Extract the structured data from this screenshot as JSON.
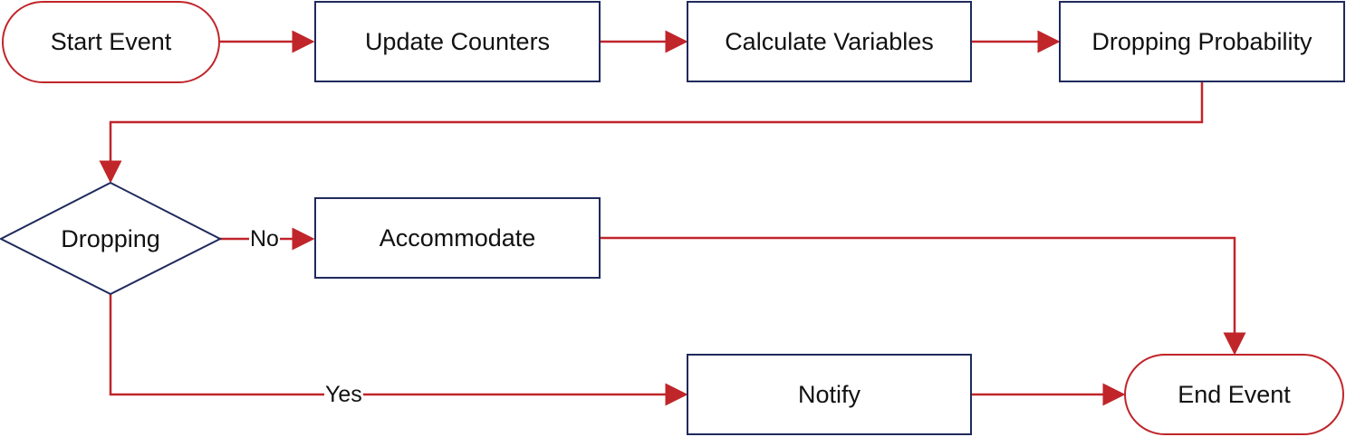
{
  "nodes": {
    "start": "Start Event",
    "update": "Update Counters",
    "calculate": "Calculate Variables",
    "probability": "Dropping Probability",
    "decision": "Dropping",
    "accommodate": "Accommodate",
    "notify": "Notify",
    "end": "End Event"
  },
  "edges": {
    "no": "No",
    "yes": "Yes"
  },
  "colors": {
    "connector": "#c0252a",
    "process_border": "#1f2a5c",
    "terminal_border": "#c0252a"
  }
}
